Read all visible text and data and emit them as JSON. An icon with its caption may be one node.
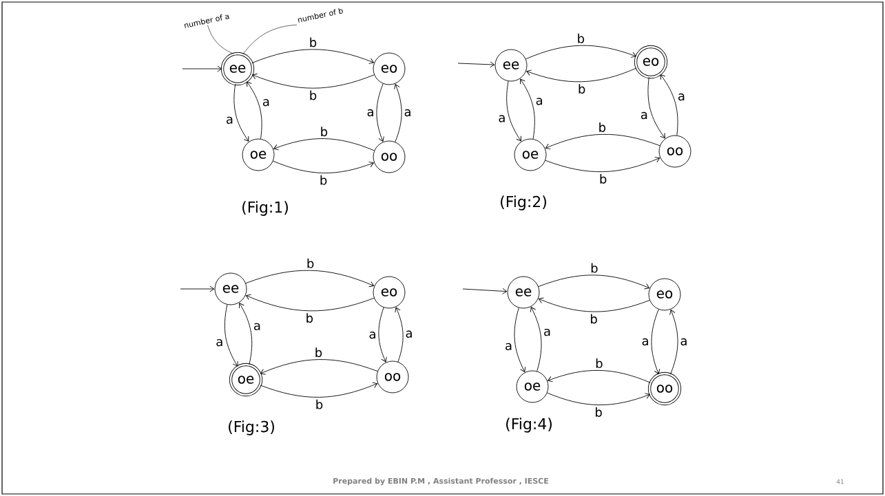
{
  "diagram": {
    "nodes": [
      {
        "text": [
          "ee"
        ]
      },
      {
        "text": [
          "eo"
        ]
      },
      {
        "text": [
          "oe"
        ]
      },
      {
        "text": [
          "oo"
        ]
      },
      {
        "text": [
          "ee"
        ]
      },
      {
        "text": [
          "eo"
        ]
      },
      {
        "text": [
          "oe"
        ]
      },
      {
        "text": [
          "oo"
        ]
      },
      {
        "text": [
          "ee"
        ]
      },
      {
        "text": [
          "eo"
        ]
      },
      {
        "text": [
          "oe"
        ]
      },
      {
        "text": [
          "oo"
        ]
      },
      {
        "text": [
          "ee"
        ]
      },
      {
        "text": [
          "eo"
        ]
      },
      {
        "text": [
          "oe"
        ]
      },
      {
        "text": [
          "oo"
        ]
      },
      {
        "text": [
          "number of a"
        ]
      },
      {
        "text": [
          "number of b"
        ]
      }
    ],
    "edges": [
      {
        "from": 0,
        "to": 1,
        "arrow": "to",
        "label": "b"
      },
      {
        "from": 1,
        "to": 0,
        "arrow": "to",
        "label": "b"
      },
      {
        "from": 0,
        "to": 2,
        "arrow": "to",
        "label": "a"
      },
      {
        "from": 2,
        "to": 0,
        "arrow": "to",
        "label": "a"
      },
      {
        "from": 1,
        "to": 3,
        "arrow": "to",
        "label": "a"
      },
      {
        "from": 3,
        "to": 1,
        "arrow": "to",
        "label": "a"
      },
      {
        "from": 3,
        "to": 2,
        "arrow": "to",
        "label": "b"
      },
      {
        "from": 2,
        "to": 3,
        "arrow": "to",
        "label": "b"
      },
      {
        "from": null,
        "to": 0,
        "arrow": "to"
      },
      {
        "from": 4,
        "to": 5,
        "arrow": "to",
        "label": "b"
      },
      {
        "from": 5,
        "to": 4,
        "arrow": "to",
        "label": "b"
      },
      {
        "from": 4,
        "to": 6,
        "arrow": "to",
        "label": "a"
      },
      {
        "from": 6,
        "to": 4,
        "arrow": "to",
        "label": "a"
      },
      {
        "from": 5,
        "to": 7,
        "arrow": "to",
        "label": "a"
      },
      {
        "from": 7,
        "to": 5,
        "arrow": "to",
        "label": "a"
      },
      {
        "from": 7,
        "to": 6,
        "arrow": "to",
        "label": "b"
      },
      {
        "from": 6,
        "to": 7,
        "arrow": "to",
        "label": "b"
      },
      {
        "from": null,
        "to": 4,
        "arrow": "to"
      },
      {
        "from": 8,
        "to": 9,
        "arrow": "to",
        "label": "b"
      },
      {
        "from": 9,
        "to": 8,
        "arrow": "to",
        "label": "b"
      },
      {
        "from": 8,
        "to": 10,
        "arrow": "to",
        "label": "a"
      },
      {
        "from": 10,
        "to": 8,
        "arrow": "to",
        "label": "a"
      },
      {
        "from": 9,
        "to": 11,
        "arrow": "to",
        "label": "a"
      },
      {
        "from": 11,
        "to": 9,
        "arrow": "to",
        "label": "a"
      },
      {
        "from": 11,
        "to": 10,
        "arrow": "to",
        "label": "b"
      },
      {
        "from": 10,
        "to": 11,
        "arrow": "to",
        "label": "b"
      },
      {
        "from": null,
        "to": 8,
        "arrow": "to"
      },
      {
        "from": 12,
        "to": 13,
        "arrow": "to",
        "label": "b"
      },
      {
        "from": 13,
        "to": 12,
        "arrow": "to",
        "label": "b"
      },
      {
        "from": 12,
        "to": 14,
        "arrow": "to",
        "label": "a"
      },
      {
        "from": 14,
        "to": 12,
        "arrow": "to",
        "label": "a"
      },
      {
        "from": 13,
        "to": 15,
        "arrow": "to",
        "label": "a"
      },
      {
        "from": 15,
        "to": 13,
        "arrow": "to",
        "label": "a"
      },
      {
        "from": 15,
        "to": 14,
        "arrow": "to",
        "label": "b"
      },
      {
        "from": 14,
        "to": 15,
        "arrow": "to",
        "label": "b"
      },
      {
        "from": null,
        "to": 12,
        "arrow": "to"
      },
      {
        "from": 16,
        "to": 0,
        "arrow": "none"
      },
      {
        "from": 17,
        "to": 0,
        "arrow": "none"
      }
    ],
    "labels": [
      "(Fig:1)",
      "(Fig:2)",
      "(Fig:3)",
      "(Fig:4)",
      "Prepared by EBIN P.M , Assistant Professor , IESCE",
      "41"
    ]
  }
}
